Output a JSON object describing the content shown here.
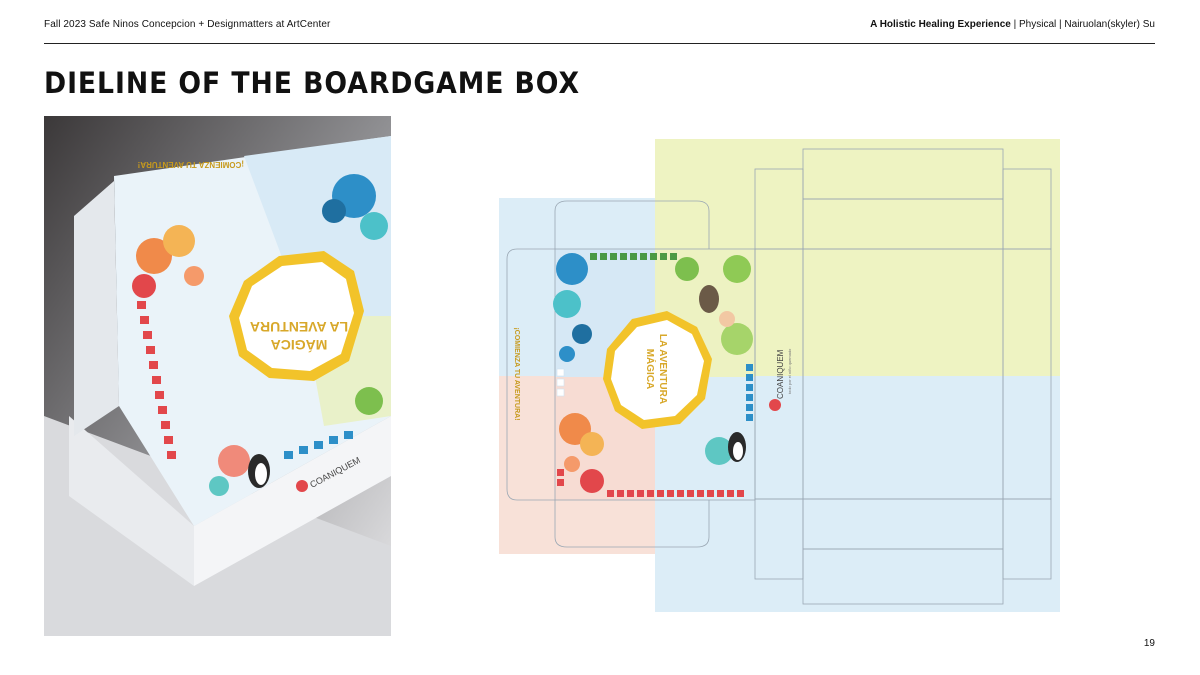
{
  "header": {
    "left_text": "Fall 2023 Safe Ninos Concepcion + Designmatters at ArtCenter",
    "right_bold": "A Holistic Healing Experience",
    "right_rest": " | Physical | Nairuolan(skyler) Su"
  },
  "title": "DIELINE OF THE BOARDGAME BOX",
  "box_art": {
    "game_title_line1": "LA AVENTURA",
    "game_title_line2": "MÁGICA",
    "flap_text": "¡COMIENZA TU AVENTURA!",
    "brand": "COANIQUEM",
    "brand_tagline": "todo por el niño quemado",
    "colors": {
      "blue": "#d9ebf6",
      "yellow": "#eef3c2",
      "pink": "#f8e1d8",
      "badge": "#f2c32a",
      "track_red": "#e2474b",
      "track_blue": "#2d8fc8",
      "track_green": "#4c9a44"
    }
  },
  "page_number": "19"
}
